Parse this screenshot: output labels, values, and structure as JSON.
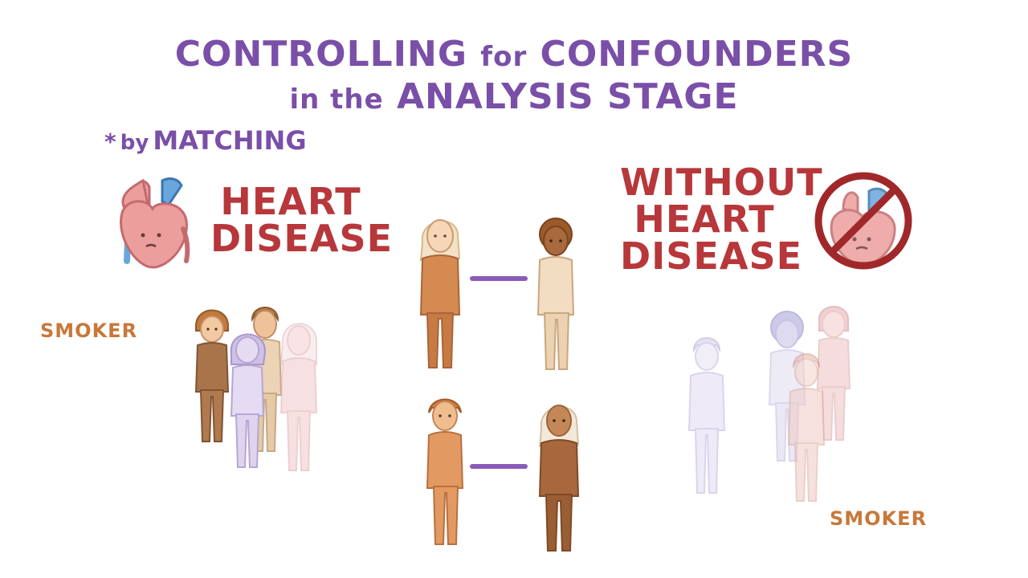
{
  "title": {
    "line1_part1": "CONTROLLING",
    "line1_part2": "for",
    "line1_part3": "CONFOUNDERS",
    "line2_part1": "in the",
    "line2_part2": "ANALYSIS STAGE"
  },
  "method": {
    "bullet": "*",
    "prefix": "by",
    "name": "MATCHING"
  },
  "left_group": {
    "label_line1": "HEART",
    "label_line2": "DISEASE",
    "smoker_label": "SMOKER"
  },
  "right_group": {
    "label_line1": "WITHOUT",
    "label_line2": "HEART",
    "label_line3": "DISEASE",
    "smoker_label": "SMOKER"
  },
  "colors": {
    "title_purple": "#7a4fa8",
    "label_red": "#b7373a",
    "smoker_orange": "#c8783a",
    "link_purple": "#8c5bb8",
    "heart_pink": "#ec9e9c",
    "vessel_blue": "#6aa6dc",
    "no_sign_red": "#a0282a"
  },
  "icons": [
    "heart-icon",
    "no-heart-icon",
    "person-icon"
  ]
}
